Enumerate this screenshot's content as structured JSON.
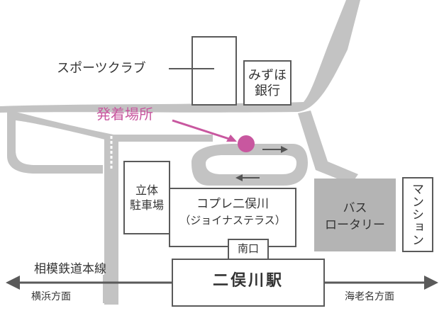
{
  "labels": {
    "sports_club": "スポーツクラブ",
    "mizuho_bank": "みずほ\n銀行",
    "departure_point": "発着場所",
    "parking": "立体\n駐車場",
    "mall_name": "コプレ二俣川",
    "mall_sub": "（ジョイナステラス）",
    "bus_rotary": "バス\nロータリー",
    "mansion": "マンション",
    "south_exit": "南口",
    "station": "二俣川駅",
    "rail_line": "相模鉄道本線",
    "dir_yokohama": "横浜方面",
    "dir_ebina": "海老名方面"
  },
  "colors": {
    "road": "#c3c3c3",
    "accent": "#c8579f",
    "building_stroke": "#5a5a5a",
    "rotary_fill": "#b4b4b4",
    "text": "#333333"
  }
}
